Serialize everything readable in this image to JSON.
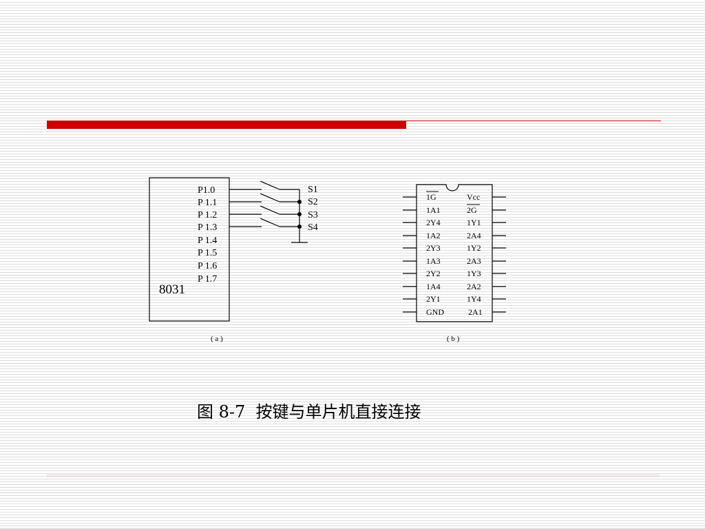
{
  "figure": {
    "caption": "图 8-7  按键与单片机直接连接",
    "panel_a": {
      "chip_label": "8031",
      "pins": [
        "P1.0",
        "P 1.1",
        "P 1.2",
        "P 1.3",
        "P 1.4",
        "P 1.5",
        "P 1.6",
        "P 1.7"
      ],
      "switches": [
        "S1",
        "S2",
        "S3",
        "S4"
      ],
      "sublabel": "( a )"
    },
    "panel_b": {
      "left_pins": [
        "1G",
        "1A1",
        "2Y4",
        "1A2",
        "2Y3",
        "1A3",
        "2Y2",
        "1A4",
        "2Y1",
        "GND"
      ],
      "right_pins": [
        "Vcc",
        "2G",
        "1Y1",
        "2A4",
        "1Y2",
        "2A3",
        "1Y3",
        "2A2",
        "1Y4",
        "2A1"
      ],
      "overlined_pins": [
        "1G",
        "2G"
      ],
      "sublabel": "( b )"
    }
  },
  "colors": {
    "accent_bar": "#cc0000",
    "line": "#000000"
  }
}
